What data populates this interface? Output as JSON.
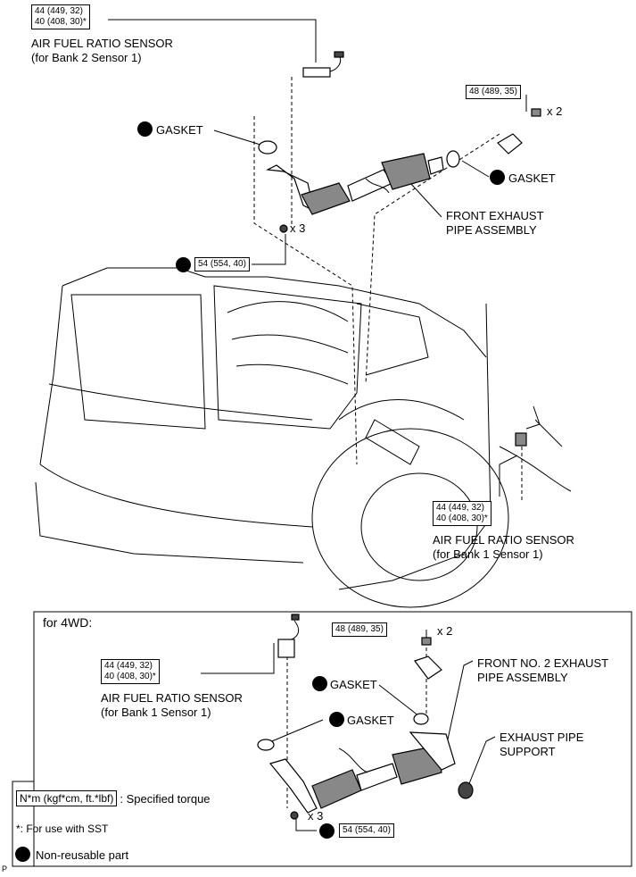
{
  "top": {
    "sensor_b2": {
      "torque1": "44 (449, 32)",
      "torque2": "40 (408, 30)*",
      "title": "AIR FUEL RATIO SENSOR",
      "sub": "(for Bank 2 Sensor 1)"
    },
    "bolt_torque": "48 (489, 35)",
    "bolt_qty": "x 2",
    "gasket_left": "GASKET",
    "gasket_right": "GASKET",
    "pipe_label_1": "FRONT EXHAUST",
    "pipe_label_2": "PIPE ASSEMBLY",
    "nut_qty": "x 3",
    "nut_torque": "54 (554, 40)",
    "sensor_b1": {
      "torque1": "44 (449, 32)",
      "torque2": "40 (408, 30)*",
      "title": "AIR FUEL RATIO SENSOR",
      "sub": "(for Bank 1 Sensor 1)"
    }
  },
  "fourwd": {
    "heading": "for 4WD:",
    "bolt_torque": "48 (489, 35)",
    "bolt_qty": "x 2",
    "sensor": {
      "torque1": "44 (449, 32)",
      "torque2": "40 (408, 30)*",
      "title": "AIR FUEL RATIO SENSOR",
      "sub": "(for Bank 1 Sensor 1)"
    },
    "pipe_label_1": "FRONT NO. 2 EXHAUST",
    "pipe_label_2": "PIPE ASSEMBLY",
    "gasket_upper": "GASKET",
    "gasket_lower": "GASKET",
    "support_1": "EXHAUST PIPE",
    "support_2": "SUPPORT",
    "nut_qty": "x 3",
    "nut_torque": "54 (554, 40)"
  },
  "legend": {
    "torque_unit": "N*m (kgf*cm, ft.*lbf)",
    "torque_desc": ": Specified torque",
    "sst_note": "*: For use with SST",
    "nonreusable": "Non-reusable part"
  },
  "corner_code": "P"
}
